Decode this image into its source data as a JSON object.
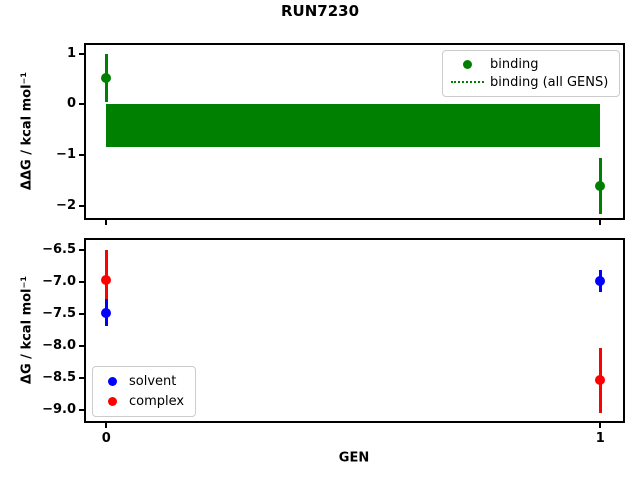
{
  "title": "RUN7230",
  "colors": {
    "binding": "#008000",
    "solvent": "#0000ff",
    "complex": "#ff0000",
    "axis": "#000000",
    "legend_border": "#cccccc"
  },
  "chart_data": [
    {
      "type": "scatter",
      "title": "RUN7230",
      "xlabel": "",
      "ylabel": "ΔΔG / kcal mol⁻¹",
      "xlim": [
        -0.045,
        1.05
      ],
      "ylim": [
        -2.28,
        1.21
      ],
      "grid": false,
      "xticks": [
        {
          "value": 0,
          "label": ""
        },
        {
          "value": 1,
          "label": ""
        }
      ],
      "yticks": [
        {
          "value": 1,
          "label": "1"
        },
        {
          "value": 0,
          "label": "0"
        },
        {
          "value": -1,
          "label": "−1"
        },
        {
          "value": -2,
          "label": "−2"
        }
      ],
      "series": [
        {
          "name": "binding",
          "color": "#008000",
          "marker": "circle",
          "x": [
            0,
            1
          ],
          "y": [
            0.52,
            -1.61
          ],
          "yerr": [
            0.48,
            0.55
          ]
        }
      ],
      "band": {
        "name": "binding (all GENS)",
        "color": "#008000",
        "line_style": "dotted",
        "x": [
          0,
          1
        ],
        "ymin": -0.84,
        "ymax": 0.0,
        "center": -0.42
      },
      "legend": {
        "position": "upper right",
        "entries": [
          {
            "label": "binding",
            "marker": "circle",
            "color": "#008000"
          },
          {
            "label": "binding (all GENS)",
            "marker": "dotted-line",
            "color": "#008000"
          }
        ]
      }
    },
    {
      "type": "scatter",
      "title": "",
      "xlabel": "GEN",
      "ylabel": "ΔG / kcal mol⁻¹",
      "xlim": [
        -0.045,
        1.05
      ],
      "ylim": [
        -9.21,
        -6.31
      ],
      "grid": false,
      "xticks": [
        {
          "value": 0,
          "label": "0"
        },
        {
          "value": 1,
          "label": "1"
        }
      ],
      "yticks": [
        {
          "value": -6.5,
          "label": "−6.5"
        },
        {
          "value": -7.0,
          "label": "−7.0"
        },
        {
          "value": -7.5,
          "label": "−7.5"
        },
        {
          "value": -8.0,
          "label": "−8.0"
        },
        {
          "value": -8.5,
          "label": "−8.5"
        },
        {
          "value": -9.0,
          "label": "−9.0"
        }
      ],
      "series": [
        {
          "name": "solvent",
          "color": "#0000ff",
          "marker": "circle",
          "x": [
            0,
            1
          ],
          "y": [
            -7.48,
            -6.98
          ],
          "yerr": [
            0.21,
            0.17
          ]
        },
        {
          "name": "complex",
          "color": "#ff0000",
          "marker": "circle",
          "x": [
            0,
            1
          ],
          "y": [
            -6.97,
            -8.54
          ],
          "yerr": [
            0.47,
            0.51
          ]
        }
      ],
      "legend": {
        "position": "lower left",
        "entries": [
          {
            "label": "solvent",
            "marker": "circle",
            "color": "#0000ff"
          },
          {
            "label": "complex",
            "marker": "circle",
            "color": "#ff0000"
          }
        ]
      }
    }
  ]
}
